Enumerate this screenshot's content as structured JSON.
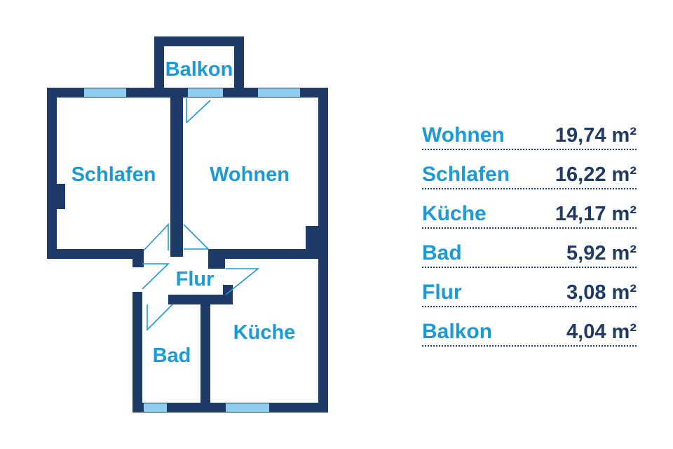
{
  "plan": {
    "colors": {
      "wall": "#1e3a66",
      "window": "#8ecdf0",
      "label": "#1a9ad6",
      "door": "#1a9ad6"
    },
    "rooms": {
      "balkon": "Balkon",
      "schlafen": "Schlafen",
      "wohnen": "Wohnen",
      "flur": "Flur",
      "kueche": "Küche",
      "bad": "Bad"
    }
  },
  "areas": [
    {
      "room": "Wohnen",
      "value": "19,74 m²"
    },
    {
      "room": "Schlafen",
      "value": "16,22 m²"
    },
    {
      "room": "Küche",
      "value": "14,17 m²"
    },
    {
      "room": "Bad",
      "value": "5,92 m²"
    },
    {
      "room": "Flur",
      "value": "3,08 m²"
    },
    {
      "room": "Balkon",
      "value": "4,04 m²"
    }
  ]
}
